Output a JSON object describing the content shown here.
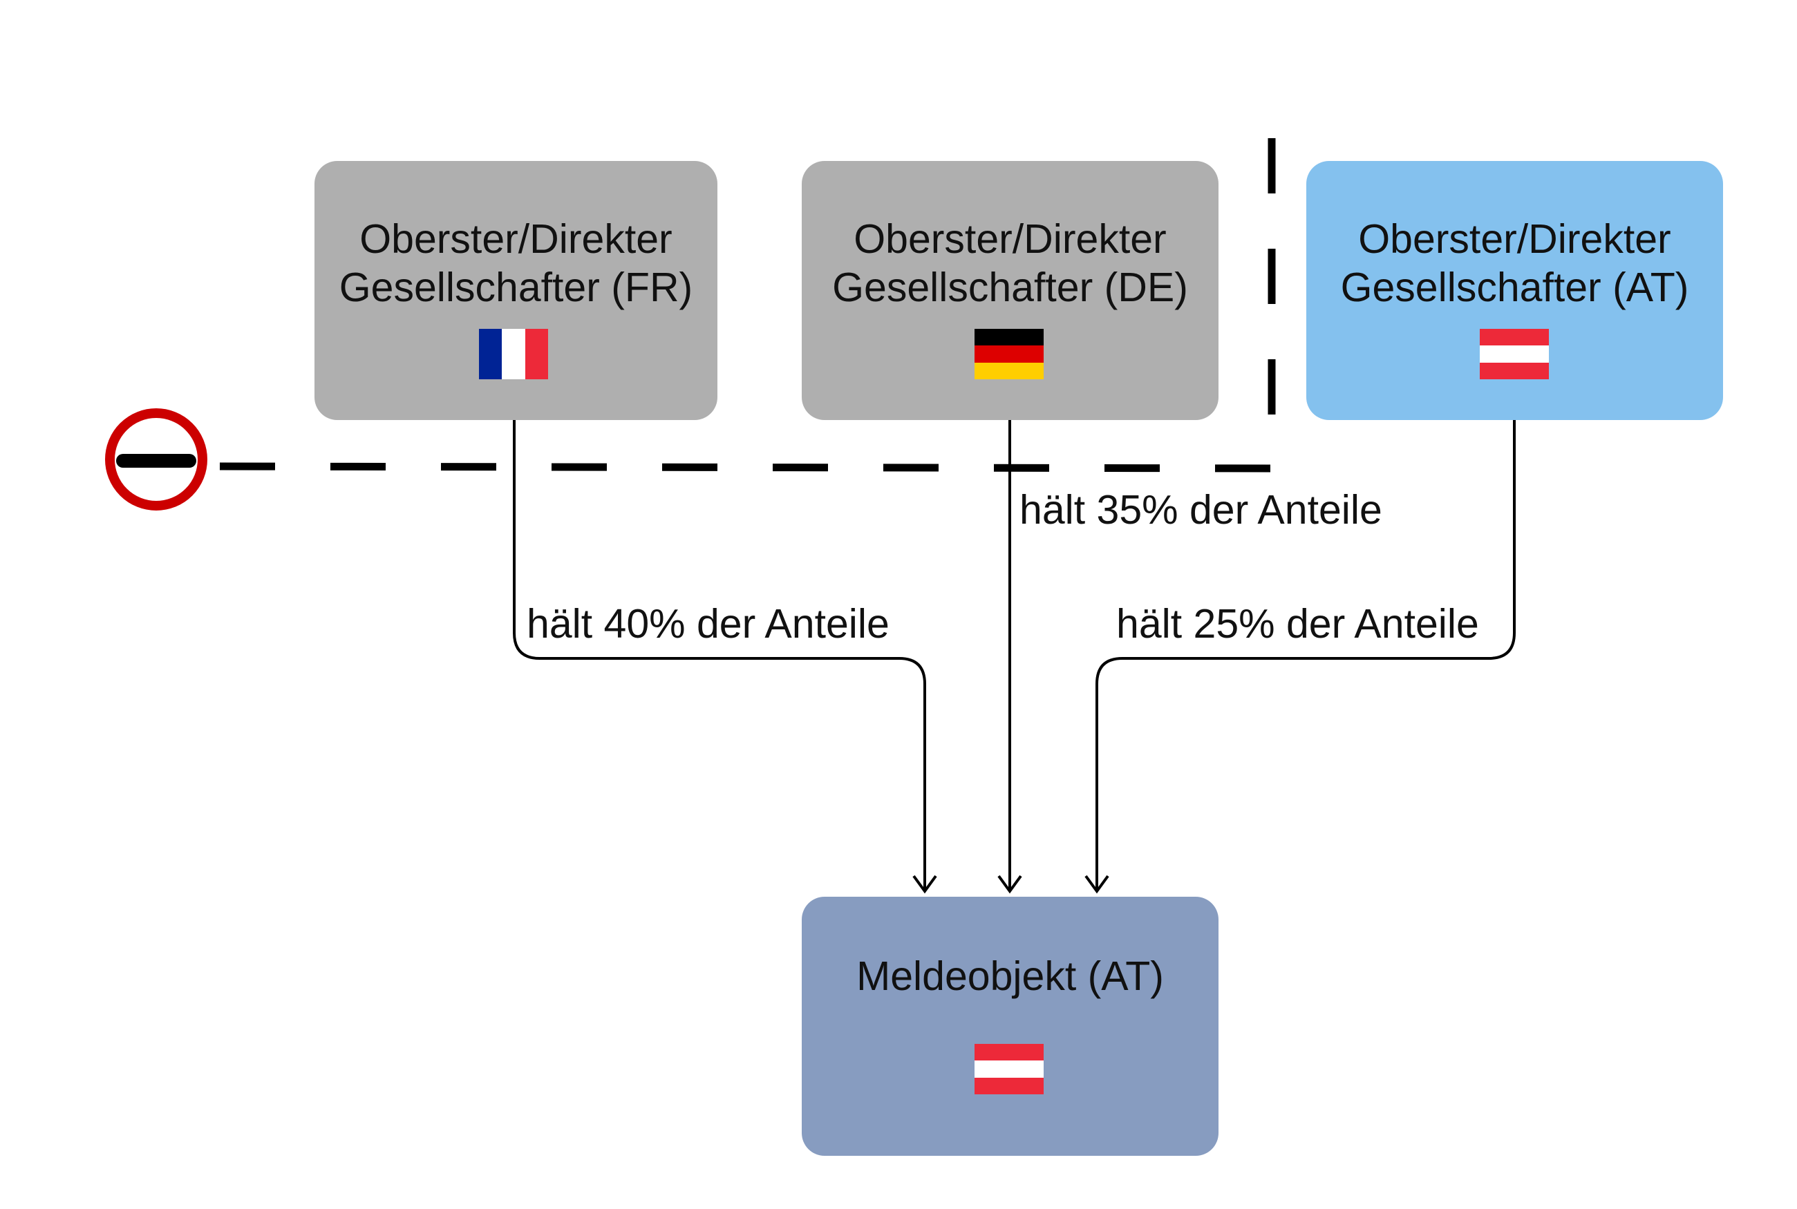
{
  "nodes": {
    "fr": {
      "line1": "Oberster/Direkter",
      "line2": "Gesellschafter (FR)",
      "fill": "#afafaf",
      "flag": "france-flag"
    },
    "de": {
      "line1": "Oberster/Direkter",
      "line2": "Gesellschafter (DE)",
      "fill": "#afafaf",
      "flag": "germany-flag"
    },
    "at": {
      "line1": "Oberster/Direkter",
      "line2": "Gesellschafter (AT)",
      "fill": "#84c1ee",
      "flag": "austria-flag"
    },
    "target": {
      "label": "Meldeobjekt (AT)",
      "fill": "#879cc0",
      "flag": "austria-flag"
    }
  },
  "edges": [
    {
      "from": "fr",
      "to": "target",
      "label": "hält 40% der Anteile"
    },
    {
      "from": "de",
      "to": "target",
      "label": "hält 35% der Anteile"
    },
    {
      "from": "at",
      "to": "target",
      "label": "hält 25% der Anteile"
    }
  ],
  "colors": {
    "france": [
      "#002395",
      "#ffffff",
      "#ed2939"
    ],
    "germany": [
      "#000000",
      "#dd0000",
      "#ffce00"
    ],
    "austria": [
      "#ed2939",
      "#ffffff",
      "#ed2939"
    ],
    "exclusion_ring": "#cc0000"
  },
  "icons": {
    "exclusion": "no-entry-icon",
    "boundary": "dashed-exclusion-boundary"
  }
}
